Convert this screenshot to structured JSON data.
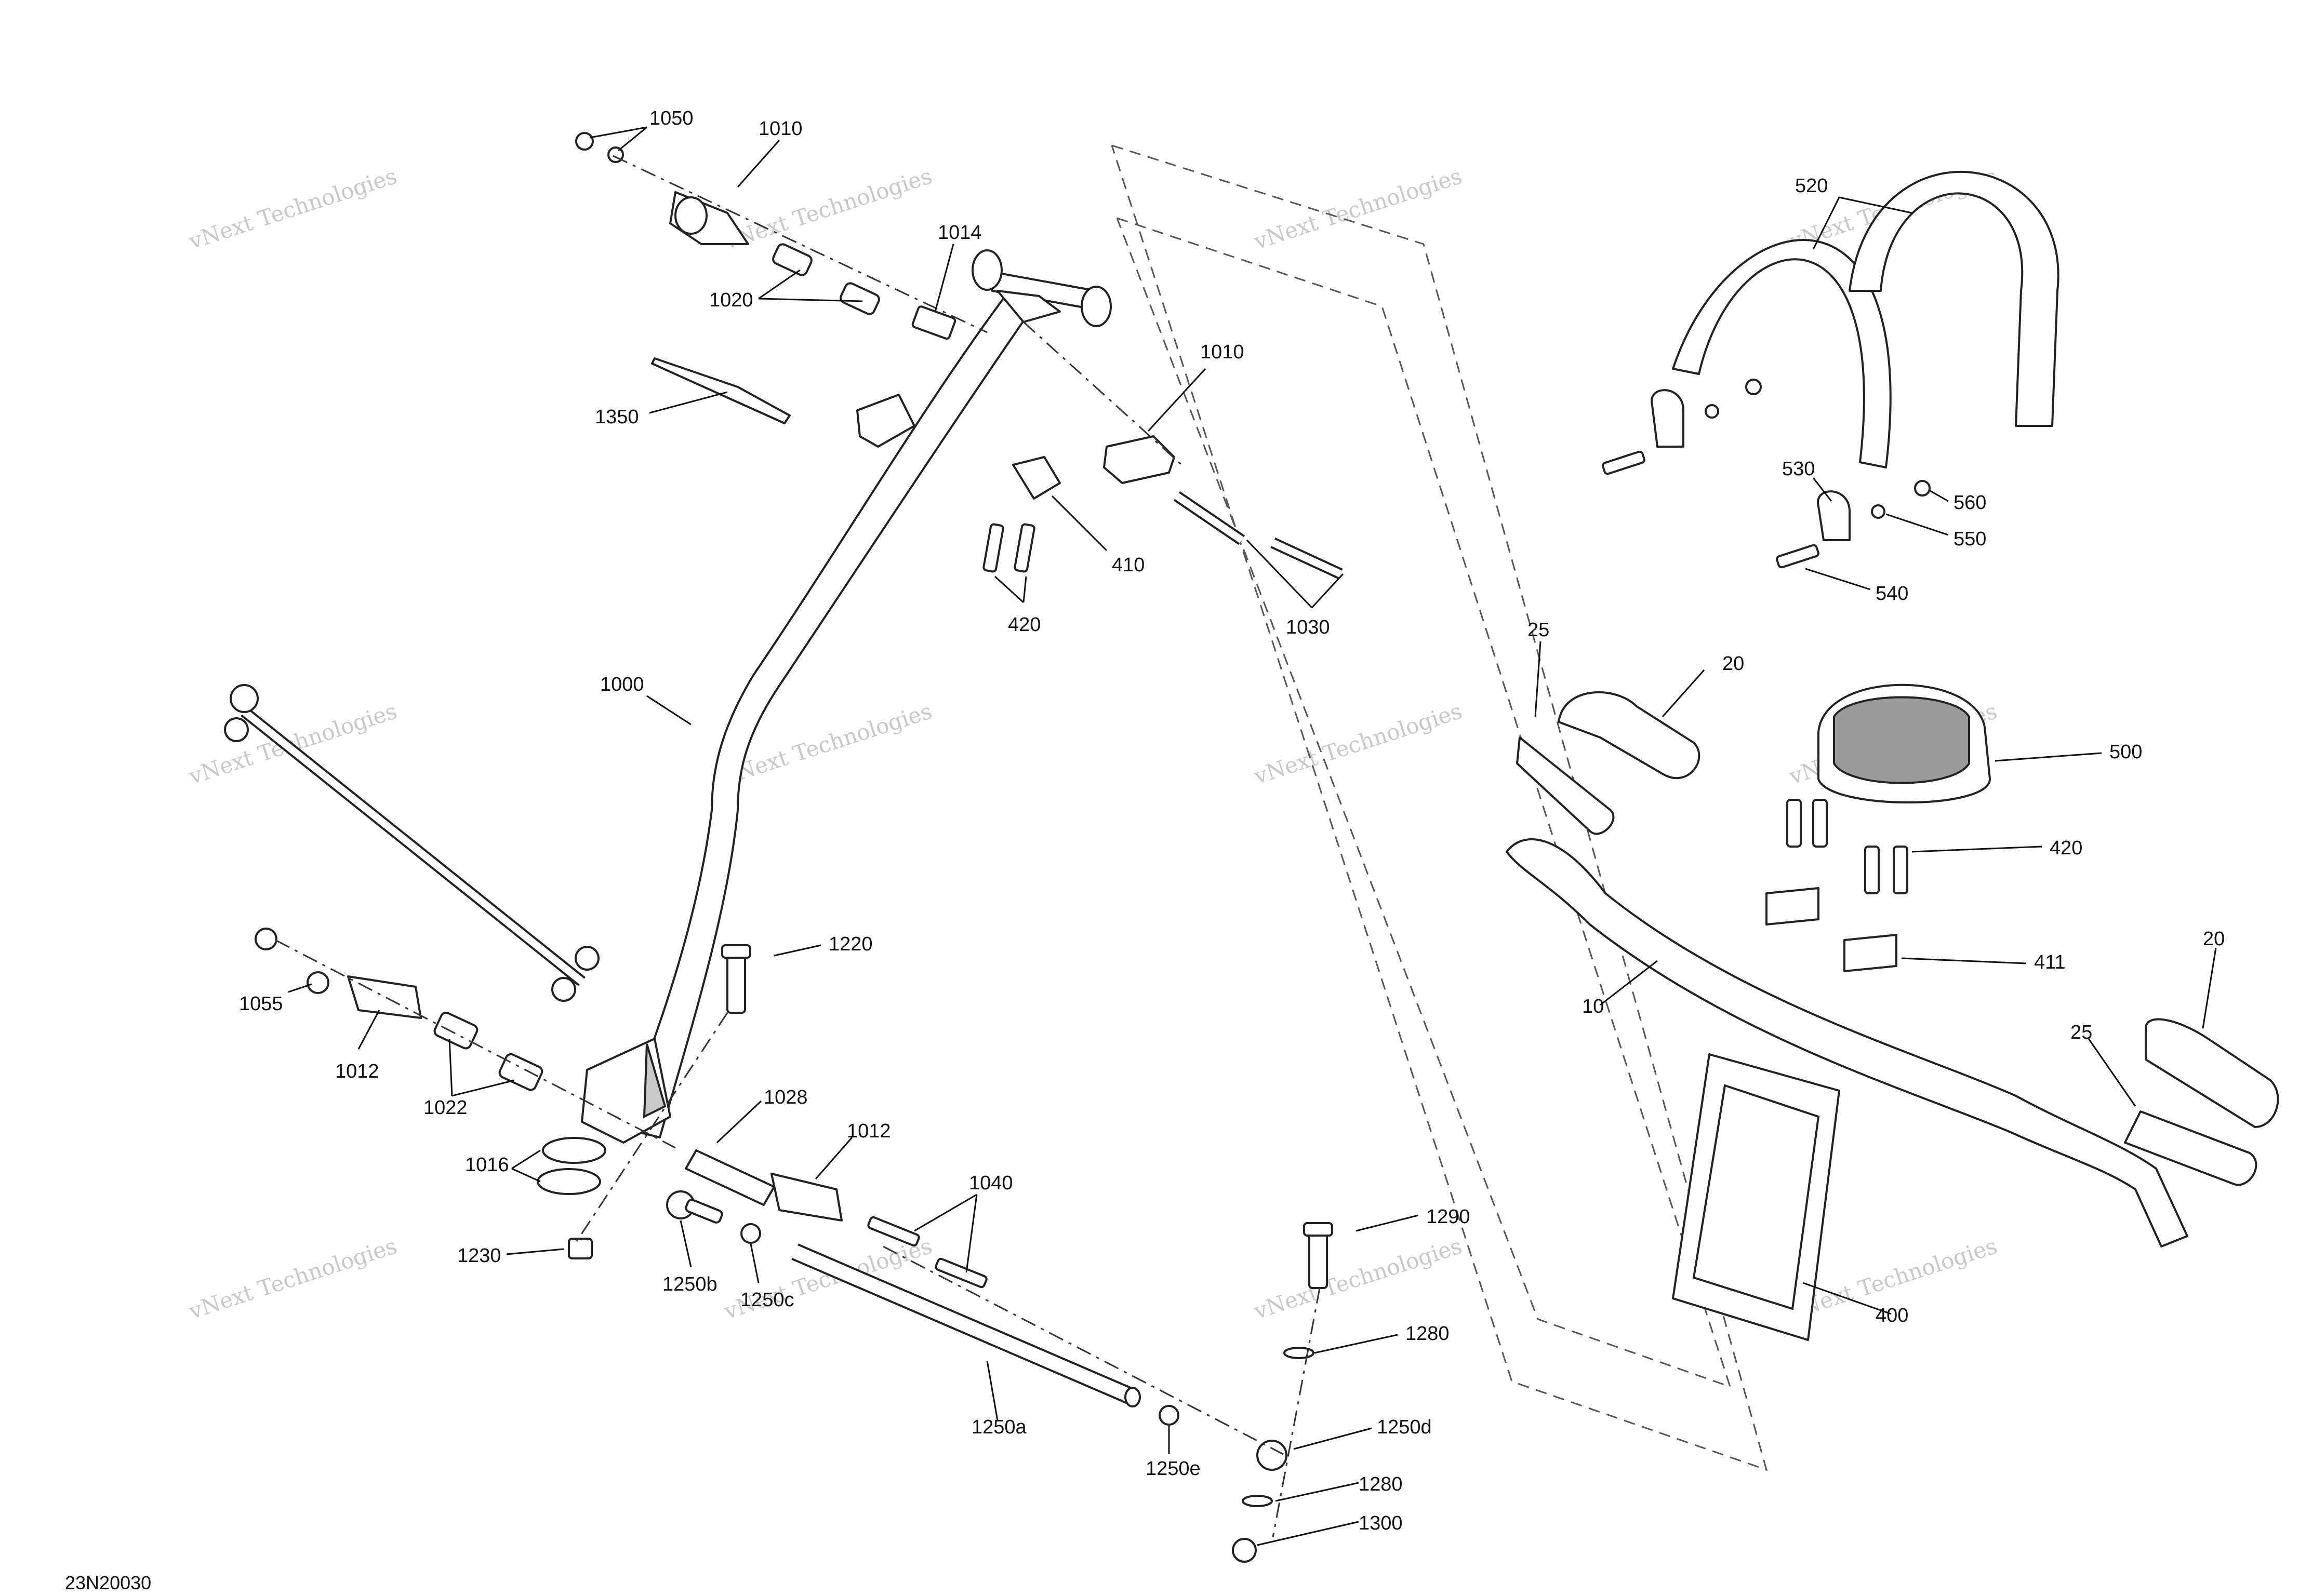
{
  "figure_id": "23N20030",
  "watermark": "vNext Technologies",
  "callouts": {
    "c1050": "1050",
    "c1010a": "1010",
    "c1014": "1014",
    "c1020": "1020",
    "c1350": "1350",
    "c1010b": "1010",
    "c410": "410",
    "c420a": "420",
    "c1030": "1030",
    "c1000": "1000",
    "c1220": "1220",
    "c1055": "1055",
    "c1012a": "1012",
    "c1022": "1022",
    "c1028": "1028",
    "c1012b": "1012",
    "c1016": "1016",
    "c1040": "1040",
    "c1230": "1230",
    "c1250b": "1250b",
    "c1250c": "1250c",
    "c1290": "1290",
    "c1280a": "1280",
    "c1250a": "1250a",
    "c1250d": "1250d",
    "c1250e": "1250e",
    "c1280b": "1280",
    "c1300": "1300",
    "c520": "520",
    "c530": "530",
    "c560": "560",
    "c550": "550",
    "c540": "540",
    "c25a": "25",
    "c20a": "20",
    "c500": "500",
    "c420b": "420",
    "c411": "411",
    "c10": "10",
    "c20b": "20",
    "c25b": "25",
    "c400": "400"
  },
  "colors": {
    "line": "#222222",
    "watermark": "#c8c8c8",
    "background": "#ffffff"
  }
}
